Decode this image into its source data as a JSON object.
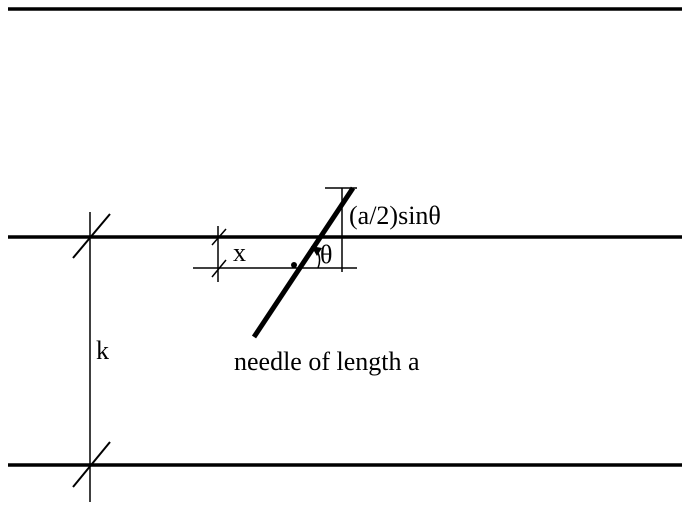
{
  "labels": {
    "x": "x",
    "theta": "θ",
    "half_sin": "(a/2)sinθ",
    "k": "k",
    "needle": "needle of length a"
  },
  "colors": {
    "ink": "#000000",
    "background": "#ffffff"
  }
}
